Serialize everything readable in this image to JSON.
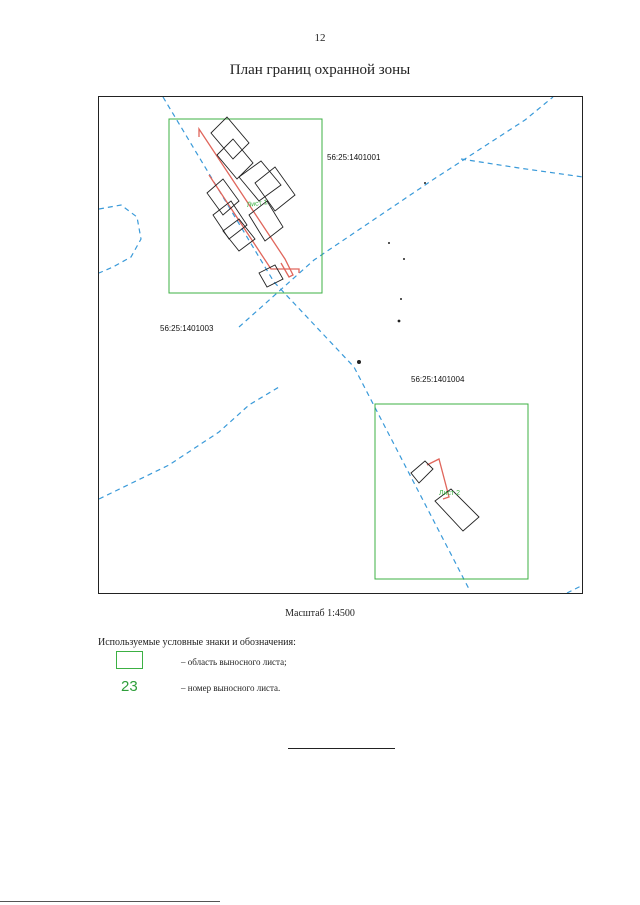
{
  "page_number": "12",
  "title": "План границ охранной зоны",
  "map": {
    "parcels": [
      {
        "id": "parcel-1",
        "label": "56:25:1401001"
      },
      {
        "id": "parcel-3",
        "label": "56:25:1401003"
      },
      {
        "id": "parcel-4",
        "label": "56:25:1401004"
      }
    ],
    "sheets": [
      {
        "id": "sheet-1",
        "label": "Лист 1"
      },
      {
        "id": "sheet-2",
        "label": "Лист 2"
      }
    ],
    "colors": {
      "boundary": "#3a9ad9",
      "sheet_frame": "#3cb043",
      "zone": "#e0665c",
      "buildings": "#222222"
    }
  },
  "scale": "Масштаб 1:4500",
  "legend": {
    "title": "Используемые условные знаки и обозначения:",
    "items": [
      {
        "symbol": "green-rectangle",
        "text": "– область выносного листа;"
      },
      {
        "symbol": "23",
        "text": "– номер выносного листа."
      }
    ]
  }
}
